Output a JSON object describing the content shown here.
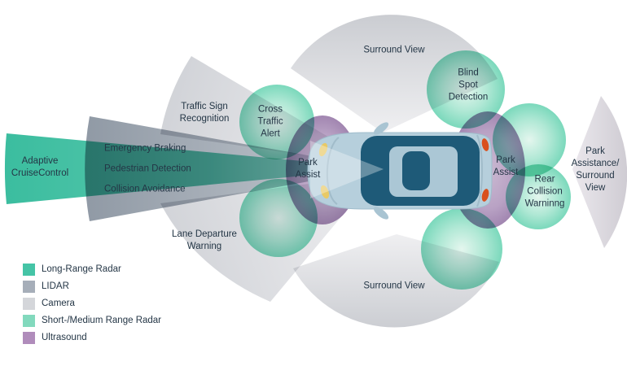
{
  "diagram_title": "ADAS sensor coverage diagram",
  "labels": {
    "adaptive_cruise": "Adaptive\nCruiseControl",
    "emergency_braking": "Emergency Braking",
    "pedestrian_detection": "Pedestrian Detection",
    "collision_avoidance": "Collision Avoidance",
    "traffic_sign_recognition": "Traffic Sign\nRecognition",
    "cross_traffic_alert": "Cross\nTraffic\nAlert",
    "park_assist_front": "Park\nAssist",
    "park_assist_rear": "Park\nAssist",
    "surround_view_top": "Surround View",
    "surround_view_bottom": "Surround View",
    "blind_spot_detection": "Blind\nSpot\nDetection",
    "rear_collision_warning": "Rear\nCollision\nWarninng",
    "park_assistance_surround_view": "Park\nAssistance/\nSurround\nView",
    "lane_departure_warning": "Lane Departure\nWarning"
  },
  "legend": {
    "items": [
      {
        "label": "Long-Range Radar",
        "color": "#45c4a6"
      },
      {
        "label": "LIDAR",
        "color": "#a6aeb9"
      },
      {
        "label": "Camera",
        "color": "#d4d6da"
      },
      {
        "label": "Short-/Medium Range Radar",
        "color": "#82d9bd"
      },
      {
        "label": "Ultrasound",
        "color": "#b08cbb"
      }
    ]
  },
  "colors": {
    "long_range_radar": "#41c1a2",
    "lidar": "#97a1ab",
    "camera": "#d4d6da",
    "short_medium_radar": "#7edcc0",
    "ultrasound": "#b193bd",
    "text": "#243646",
    "car_body": "#b6cfdc",
    "car_glass": "#1e5a78",
    "headlight": "#e8c966",
    "taillight": "#d9501d",
    "background": "#ffffff"
  }
}
